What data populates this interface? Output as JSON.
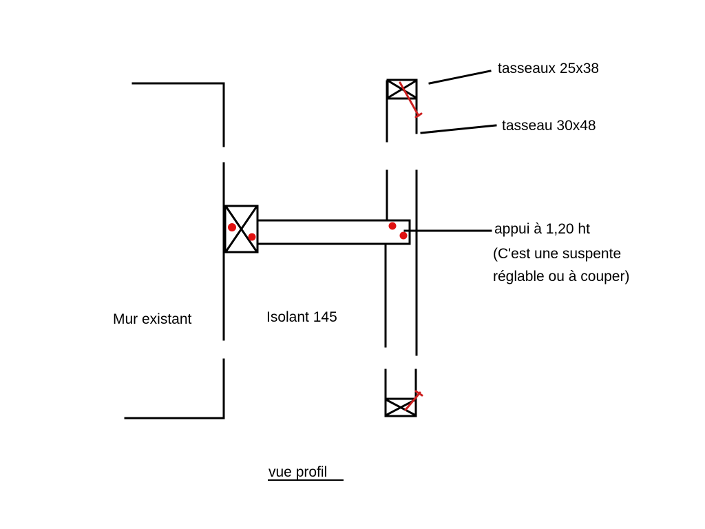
{
  "diagram": {
    "title": "vue profil",
    "colors": {
      "line": "#000000",
      "accent": "#e01010",
      "screw": "#cc2020"
    },
    "labels": {
      "wall": "Mur existant",
      "insulation": "Isolant 145",
      "batten_small": "tasseaux 25x38",
      "batten_large": "tasseau 30x48",
      "support_line1": "appui à 1,20 ht",
      "support_line2": "(C'est une suspente",
      "support_line3": "réglable ou à couper)"
    }
  }
}
